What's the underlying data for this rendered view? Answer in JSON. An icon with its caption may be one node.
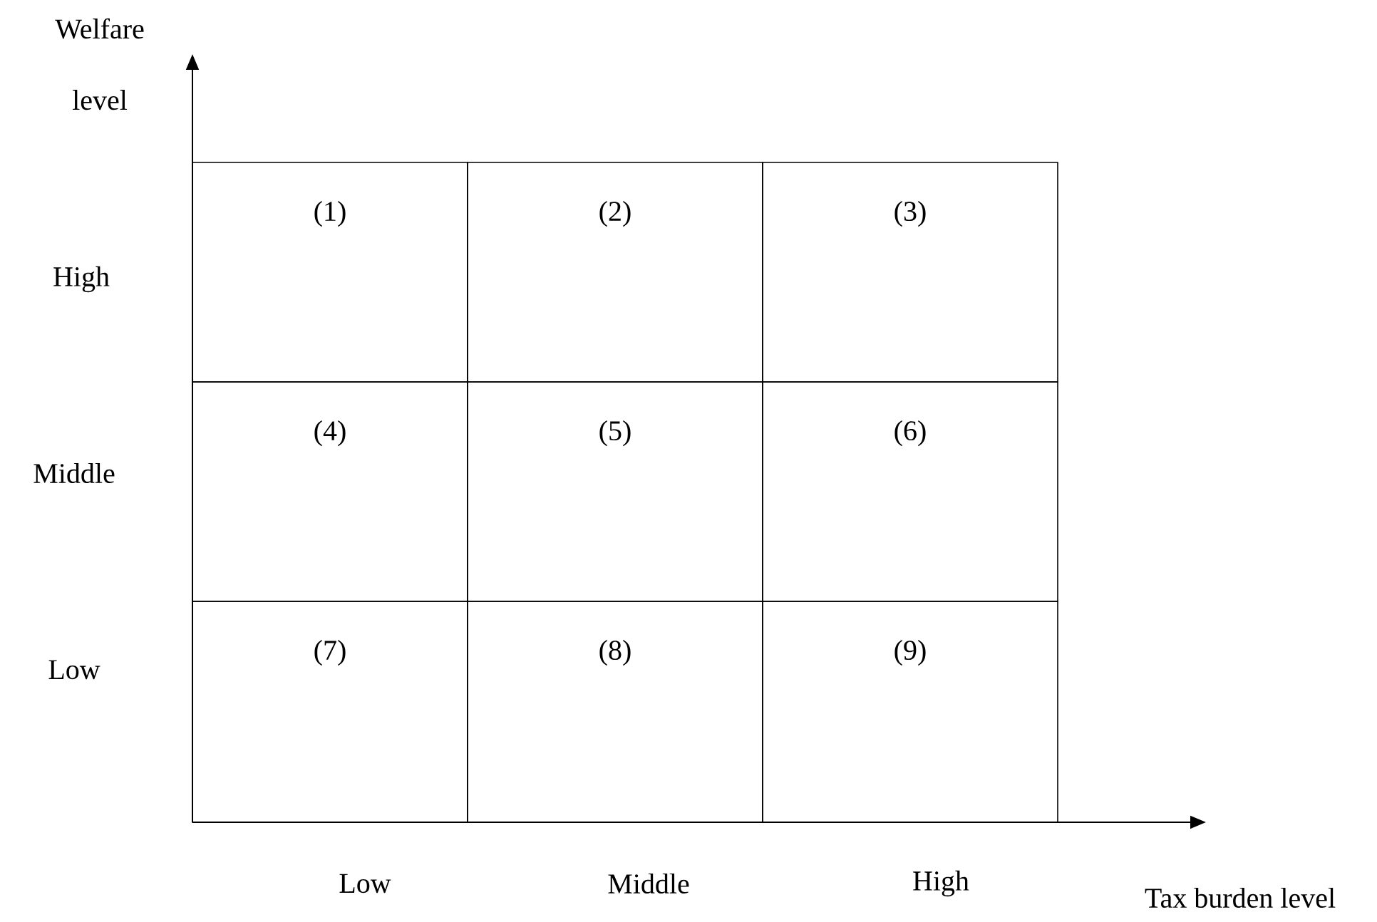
{
  "diagram": {
    "nodes": [
      {
        "text": [
          "(1)"
        ]
      },
      {
        "text": [
          "(2)"
        ]
      },
      {
        "text": [
          "(3)"
        ]
      },
      {
        "text": [
          "(4)"
        ]
      },
      {
        "text": [
          "(5)"
        ]
      },
      {
        "text": [
          "(6)"
        ]
      },
      {
        "text": [
          "(7)"
        ]
      },
      {
        "text": [
          "(8)"
        ]
      },
      {
        "text": [
          "(9)"
        ]
      }
    ],
    "edges": [],
    "labels": [
      "Welfare level",
      "High",
      "Middle",
      "Low",
      "Low",
      "Middle",
      "High",
      "Tax burden level"
    ]
  }
}
